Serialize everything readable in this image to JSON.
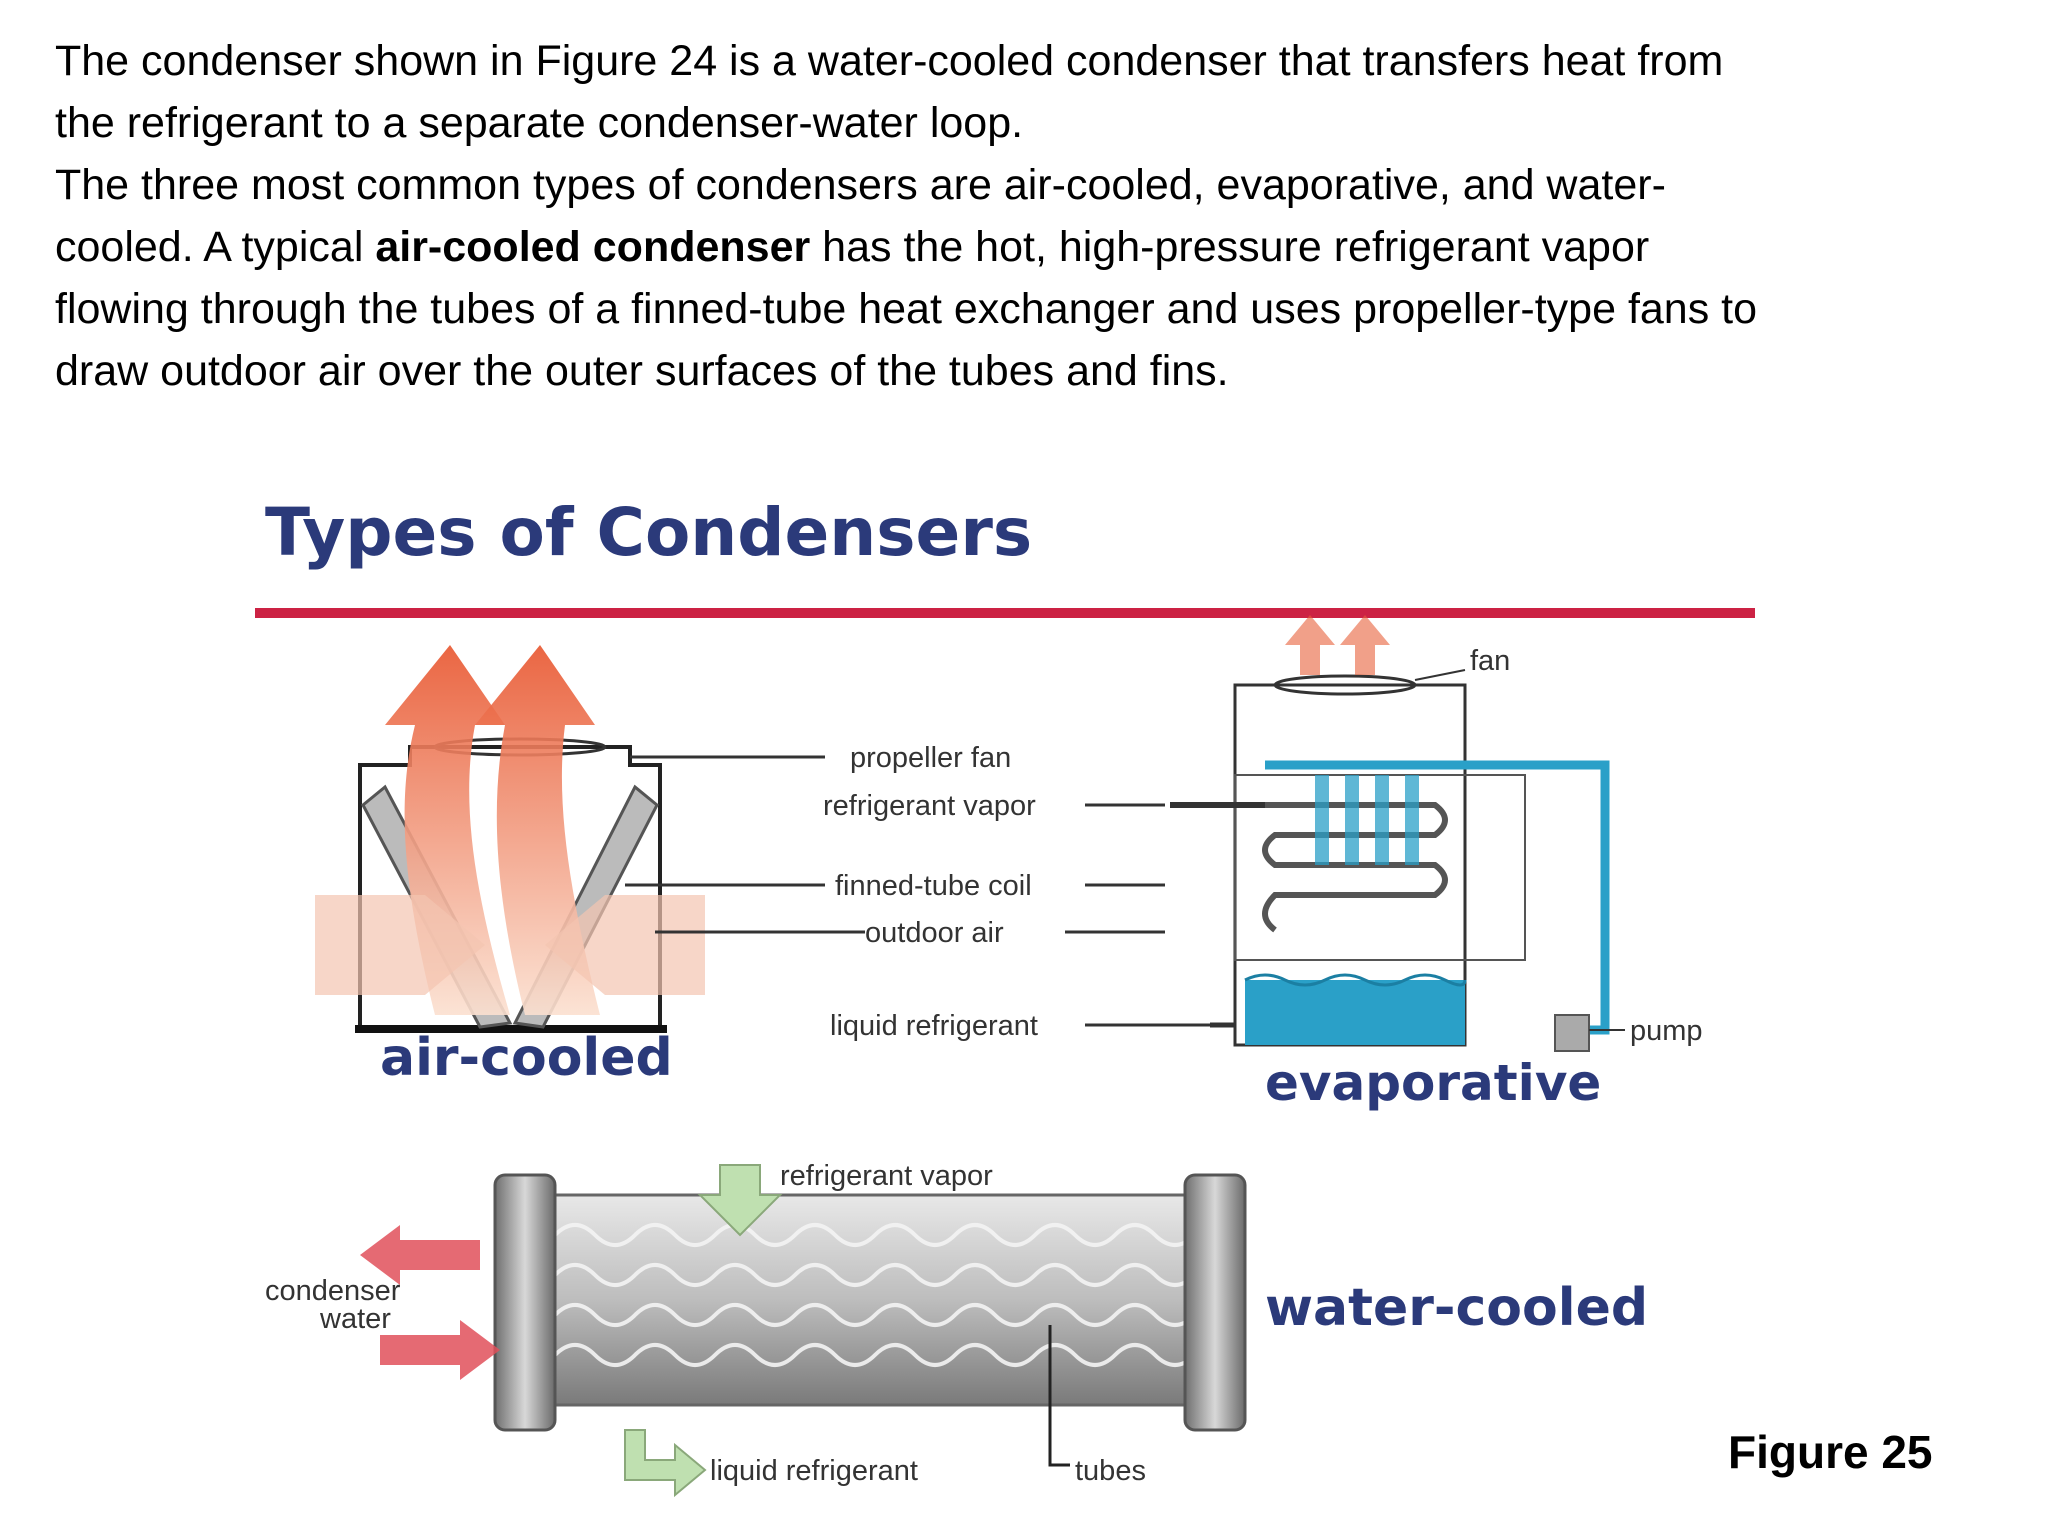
{
  "intro": {
    "p1": "The condenser shown in Figure 24 is a water-cooled condenser that transfers heat from the refrigerant to a separate condenser-water loop.",
    "p2_start": "The three most common types of condensers are air-cooled, evaporative, and water-cooled. A typical ",
    "p2_bold": "air-cooled condenser",
    "p2_end": " has the hot, high-pressure refrigerant vapor flowing through the tubes of a finned-tube heat exchanger and uses propeller-type fans to draw outdoor air over the outer surfaces of the tubes and fins."
  },
  "diagram": {
    "title": "Types of Condensers",
    "labels": {
      "propeller_fan": "propeller fan",
      "refrigerant_vapor": "refrigerant vapor",
      "finned_tube_coil": "finned-tube coil",
      "outdoor_air": "outdoor air",
      "liquid_refrigerant": "liquid refrigerant",
      "fan": "fan",
      "pump": "pump",
      "refrigerant_vapor_2": "refrigerant vapor",
      "condenser": "condenser",
      "water": "water",
      "liquid_refrigerant_2": "liquid refrigerant",
      "tubes": "tubes"
    },
    "section_labels": {
      "air_cooled": "air-cooled",
      "evaporative": "evaporative",
      "water_cooled": "water-cooled"
    },
    "colors": {
      "title": "#2b3a7a",
      "rule": "#cc2244",
      "hot_arrow": "#e8603a",
      "water": "#2aa0c8",
      "shell": "#8a8a8a"
    }
  },
  "caption": "Figure 25"
}
